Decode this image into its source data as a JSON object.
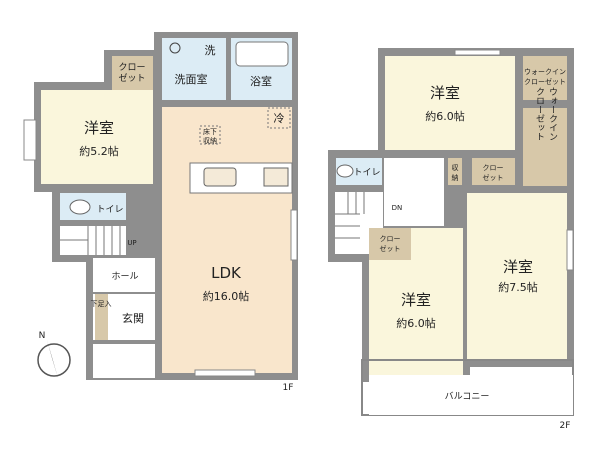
{
  "colors": {
    "wall": "#8e8e8e",
    "western_room": "#faf6dc",
    "ldk": "#f9e6cc",
    "wet_area": "#dcecf5",
    "storage": "#d7c8a9",
    "hall": "#ffffff"
  },
  "floor1": {
    "label": "1F",
    "western_room": {
      "name": "洋室",
      "size": "約5.2帖"
    },
    "closet": {
      "line1": "クロー",
      "line2": "ゼット"
    },
    "washroom": {
      "name": "洗面室",
      "washer": "洗"
    },
    "bathroom": {
      "name": "浴室"
    },
    "ldk": {
      "name": "LDK",
      "size": "約16.0帖",
      "refrigerator": "冷",
      "underfloor_line1": "床下",
      "underfloor_line2": "収納"
    },
    "toilet": {
      "name": "トイレ"
    },
    "stairs": {
      "label": "UP"
    },
    "hall": {
      "name": "ホール"
    },
    "entrance": {
      "name": "玄関",
      "shoe_storage": "下足入"
    },
    "compass": {
      "label": "N"
    }
  },
  "floor2": {
    "label": "2F",
    "room_north": {
      "name": "洋室",
      "size": "約6.0帖"
    },
    "room_east": {
      "name": "洋室",
      "size": "約7.5帖"
    },
    "room_south": {
      "name": "洋室",
      "size": "約6.0帖"
    },
    "walkin_top": {
      "line1": "ウォークイン",
      "line2": "クローゼット"
    },
    "walkin_side": {
      "col1": "ウォークイン",
      "col2": "クローゼット"
    },
    "closet_mid": {
      "line1": "クロー",
      "line2": "ゼット"
    },
    "closet_south": {
      "line1": "クロー",
      "line2": "ゼット"
    },
    "storage": {
      "line1": "収",
      "line2": "納"
    },
    "toilet": {
      "name": "トイレ"
    },
    "stairs": {
      "label": "DN"
    },
    "balcony": {
      "name": "バルコニー"
    }
  }
}
